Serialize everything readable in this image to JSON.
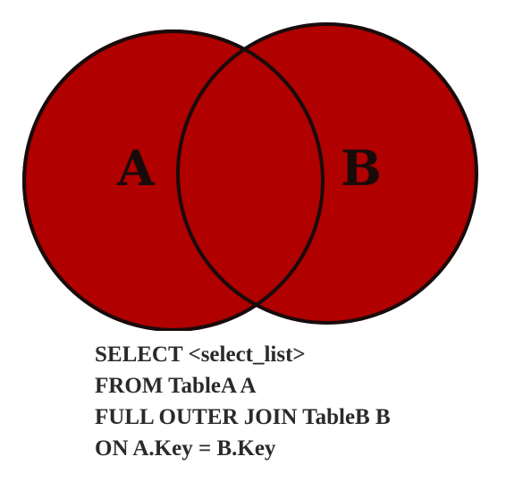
{
  "diagram": {
    "circle_a_label": "A",
    "circle_b_label": "B",
    "fill_color": "#b00000",
    "outline_color": "#1a0b0b"
  },
  "sql": {
    "line1": "SELECT <select_list>",
    "line2": "FROM TableA A",
    "line3": "FULL OUTER JOIN TableB B",
    "line4": "ON A.Key = B.Key"
  }
}
